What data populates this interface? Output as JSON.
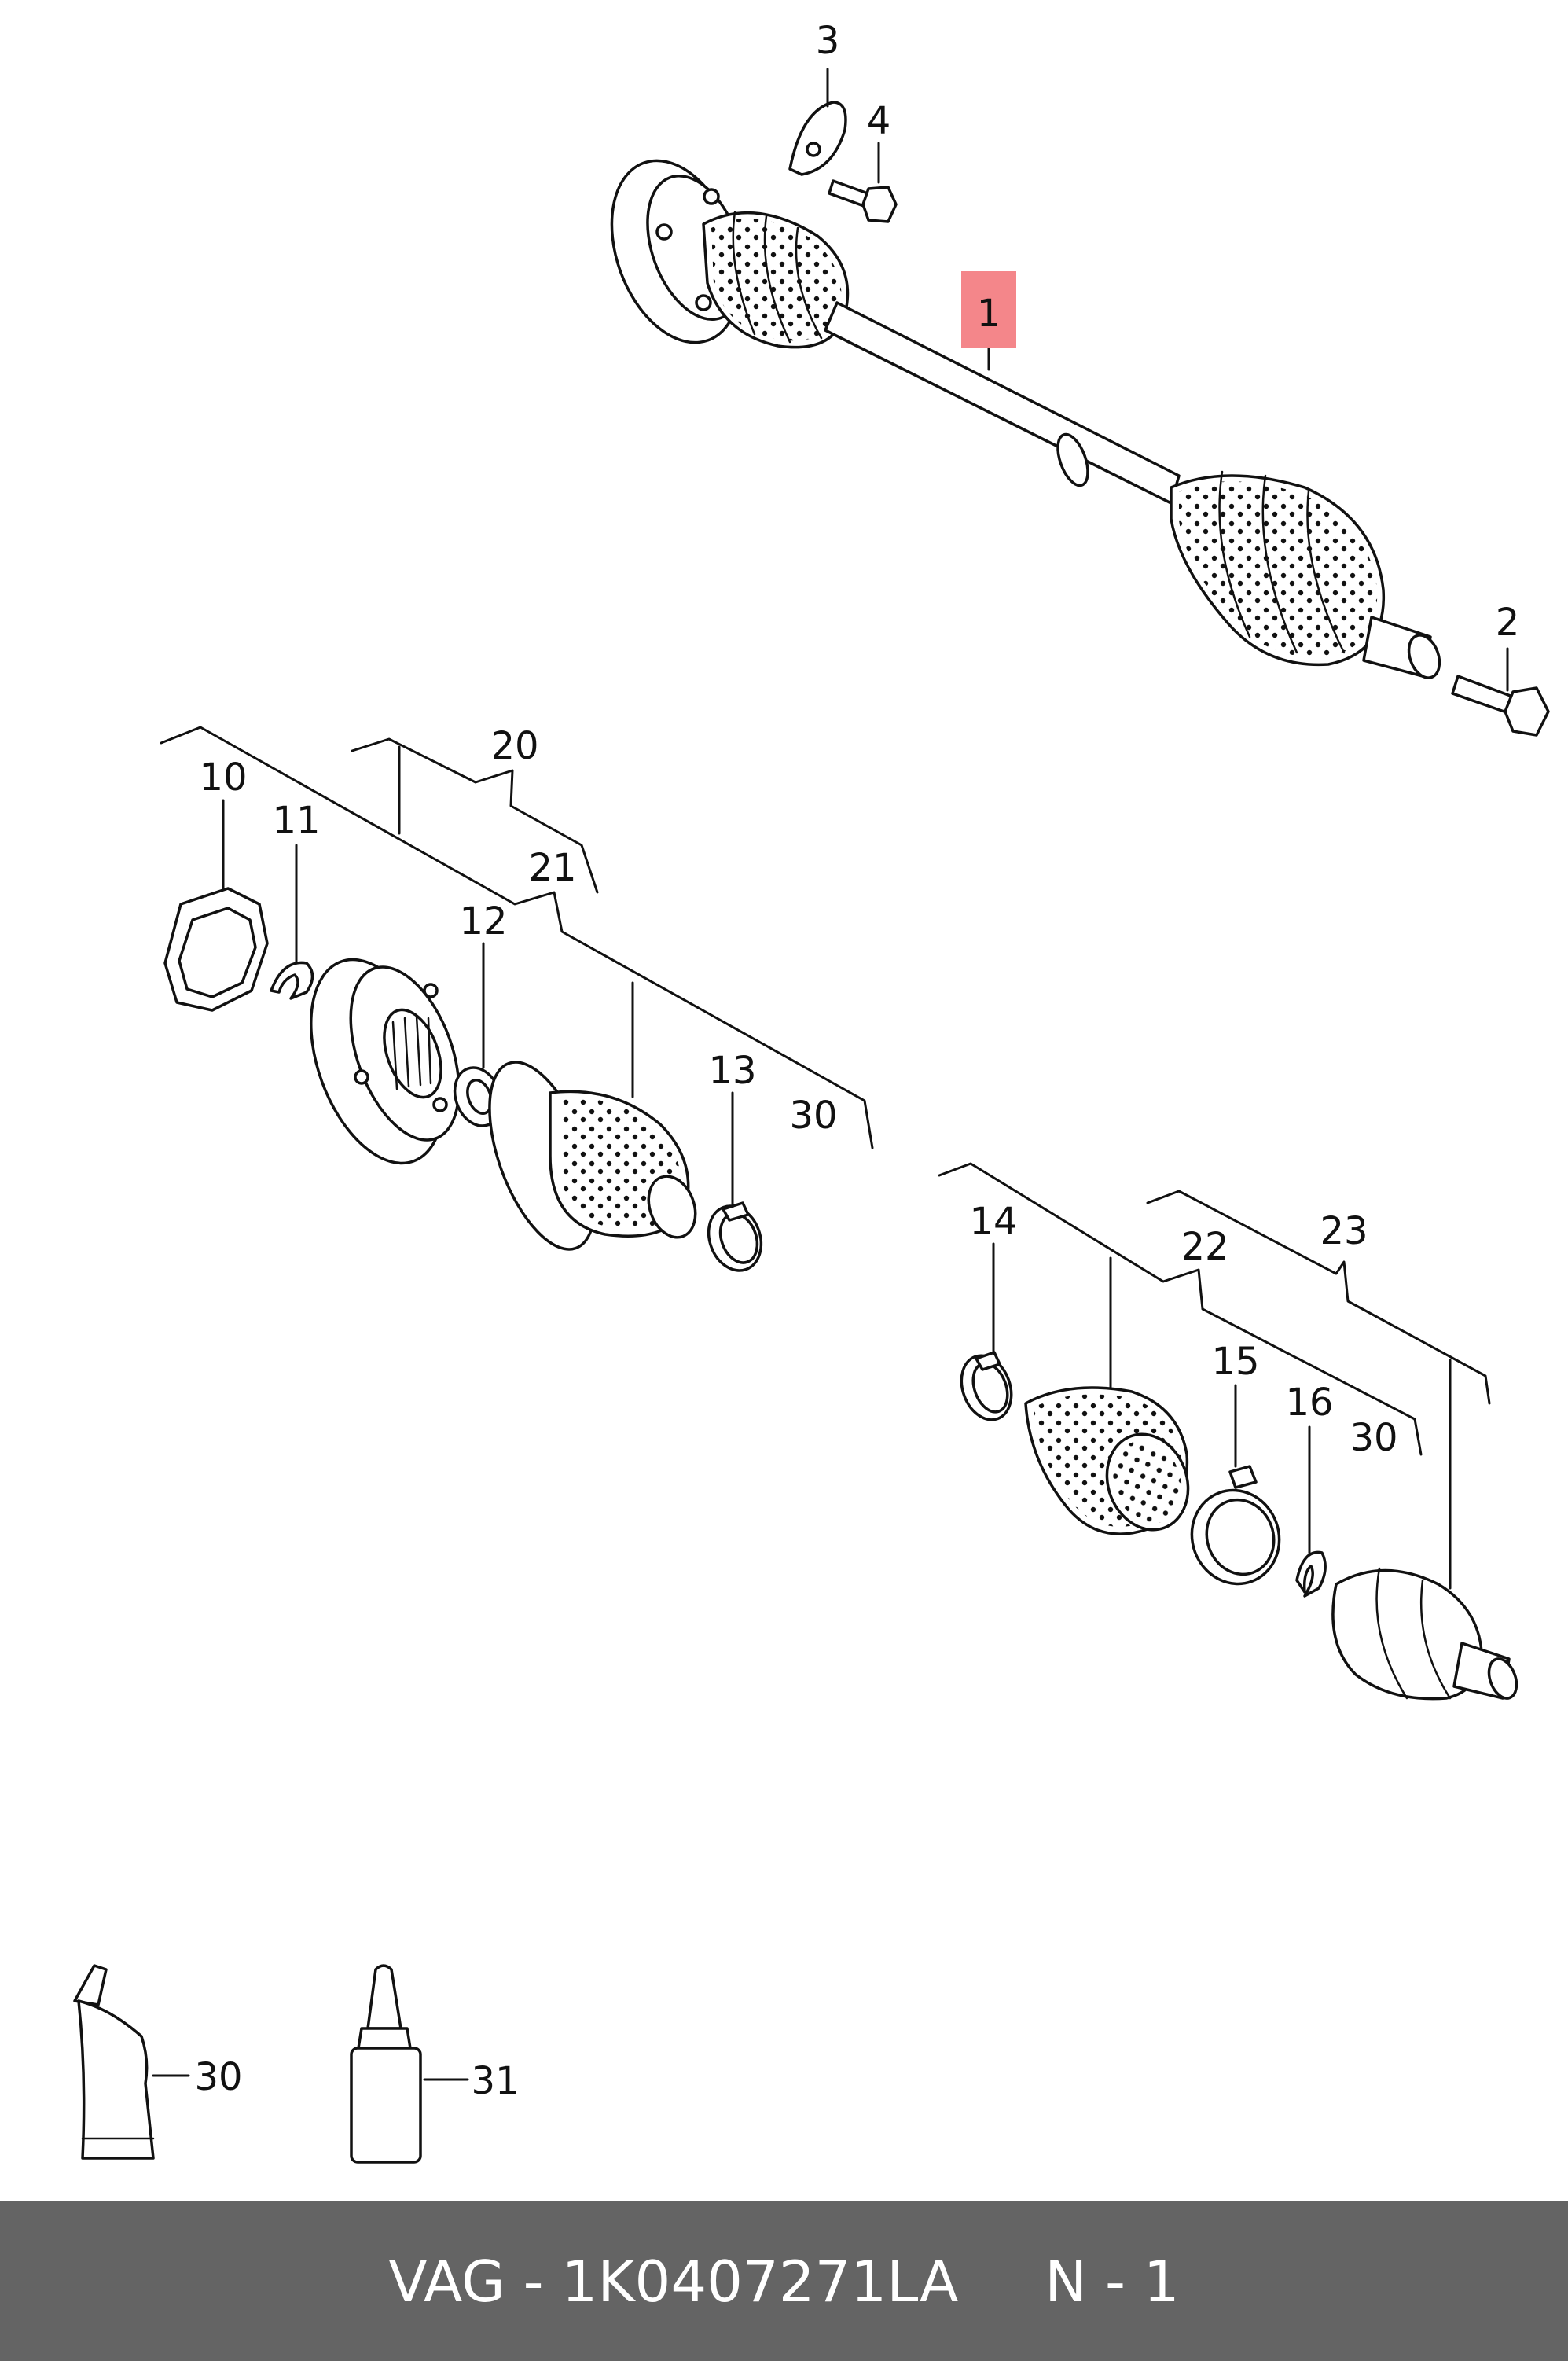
{
  "callouts": {
    "c1": "1",
    "c2": "2",
    "c3": "3",
    "c4": "4",
    "c10": "10",
    "c11": "11",
    "c12": "12",
    "c13": "13",
    "c14": "14",
    "c15": "15",
    "c16": "16",
    "c20": "20",
    "c21": "21",
    "c22": "22",
    "c23": "23",
    "c30a": "30",
    "c30b": "30",
    "c30c": "30",
    "c31": "31"
  },
  "footer": {
    "part_ref": "VAG - 1K0407271LA",
    "sheet": "N - 1"
  },
  "colors": {
    "footer_bg": "#646464",
    "highlight": "#f4868a",
    "line": "#111111"
  }
}
